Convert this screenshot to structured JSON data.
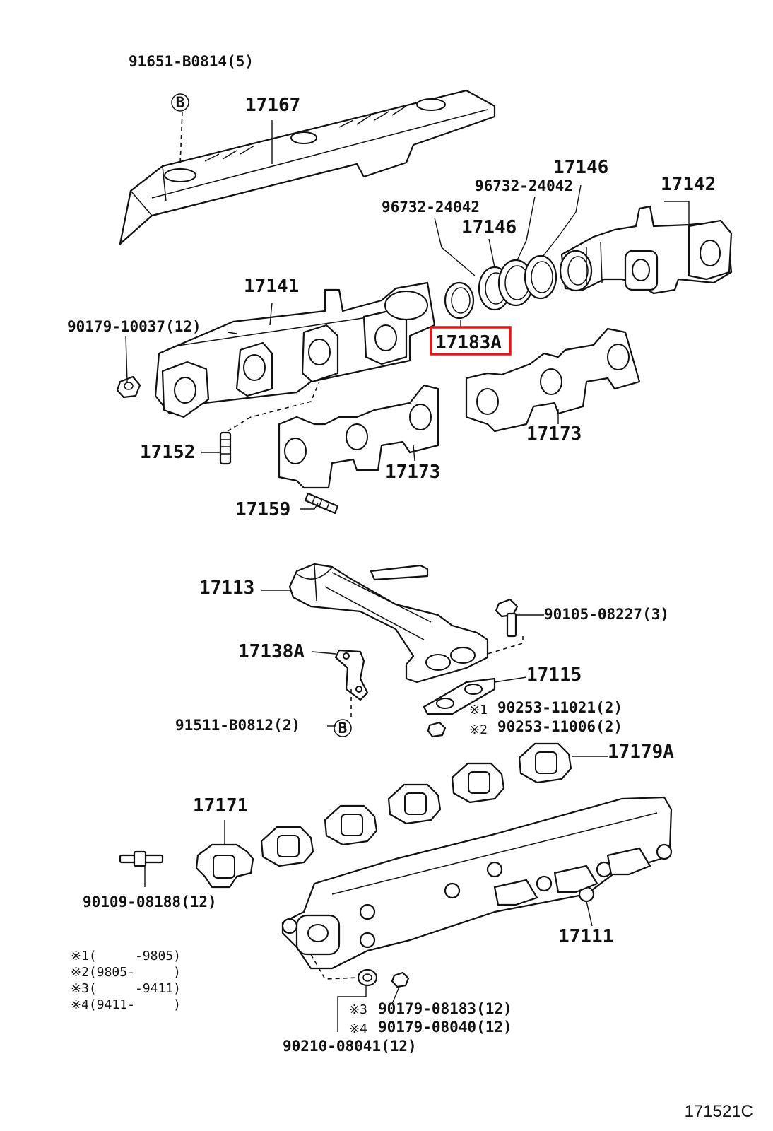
{
  "diagram": {
    "figure_id": "171521C",
    "highlight_color": "#e8141b",
    "highlighted_label": "17183A",
    "labels": {
      "p91651": "91651-B0814(5)",
      "p17167": "17167",
      "p17146_top": "17146",
      "p96732_top": "96732-24042",
      "p17142": "17142",
      "p96732_mid": "96732-24042",
      "p17146_mid": "17146",
      "p17141": "17141",
      "p90179_10037": "90179-10037(12)",
      "p17183A": "17183A",
      "p17173_right": "17173",
      "p17152": "17152",
      "p17173_left": "17173",
      "p17159": "17159",
      "p17113": "17113",
      "p90105": "90105-08227(3)",
      "p17138A": "17138A",
      "p17115": "17115",
      "p90253_11021": "90253-11021(2)",
      "p90253_11006": "90253-11006(2)",
      "p91511": "91511-B0812(2)",
      "p17179A": "17179A",
      "p17171": "17171",
      "p90109": "90109-08188(12)",
      "p17111": "17111",
      "p90179_08183": "90179-08183(12)",
      "p90179_08040": "90179-08040(12)",
      "p90210": "90210-08041(12)"
    },
    "marks": {
      "b_top": "B",
      "b_mid": "B",
      "n1": "※1",
      "n2": "※2",
      "n3": "※3",
      "n4": "※4"
    },
    "notes": [
      "※1(     -9805)",
      "※2(9805-     )",
      "※3(     -9411)",
      "※4(9411-     )"
    ]
  }
}
